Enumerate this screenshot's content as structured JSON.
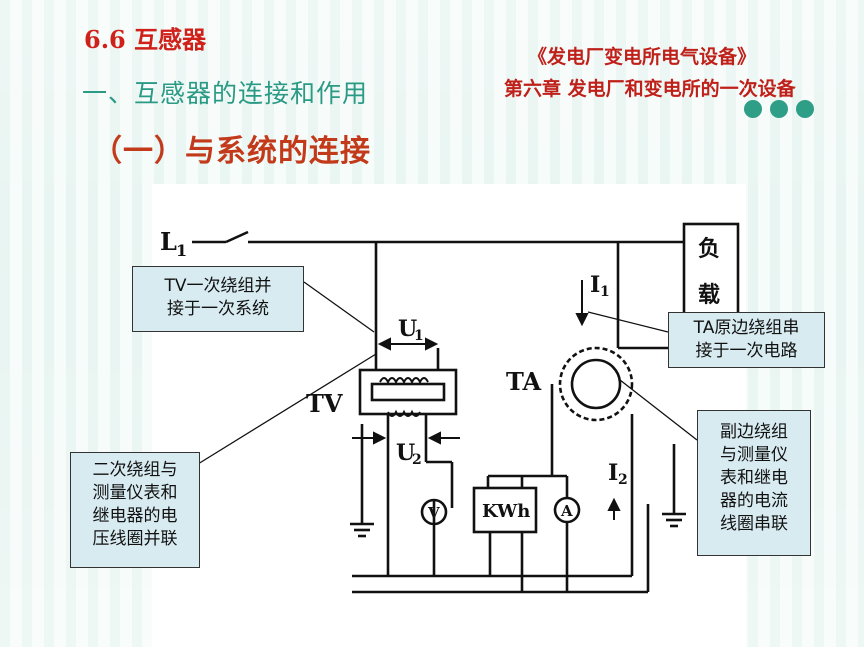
{
  "header": {
    "section": "6.6 互感器",
    "subtitle": "一、互感器的连接和作用",
    "book": "《发电厂变电所电气设备》",
    "chapter": "第六章   发电厂和变电所的一次设备"
  },
  "heading": "（一）与系统的连接",
  "colors": {
    "accent_red": "#c0201a",
    "teal": "#2a9a85",
    "callout_bg": "#d8ebf1"
  },
  "diagram": {
    "line_label": "L",
    "line_sub": "1",
    "load_label_1": "负",
    "load_label_2": "载",
    "tv_label": "TV",
    "ta_label": "TA",
    "u1": "U",
    "u1_sub": "1",
    "u2": "U",
    "u2_sub": "2",
    "i1": "I",
    "i1_sub": "1",
    "i2": "I",
    "i2_sub": "2",
    "voltmeter": "V",
    "ammeter": "A",
    "kwh_meter": "KWh"
  },
  "callouts": {
    "tv": [
      "TV一次绕组并",
      "接于一次系统"
    ],
    "ta": [
      "TA原边绕组串",
      "接于一次电路"
    ],
    "secondary_voltage": [
      "二次绕组与",
      "测量仪表和",
      "继电器的电",
      "压线圈并联"
    ],
    "secondary_current": [
      "副边绕组",
      "与测量仪",
      "表和继电",
      "器的电流",
      "线圈串联"
    ]
  }
}
